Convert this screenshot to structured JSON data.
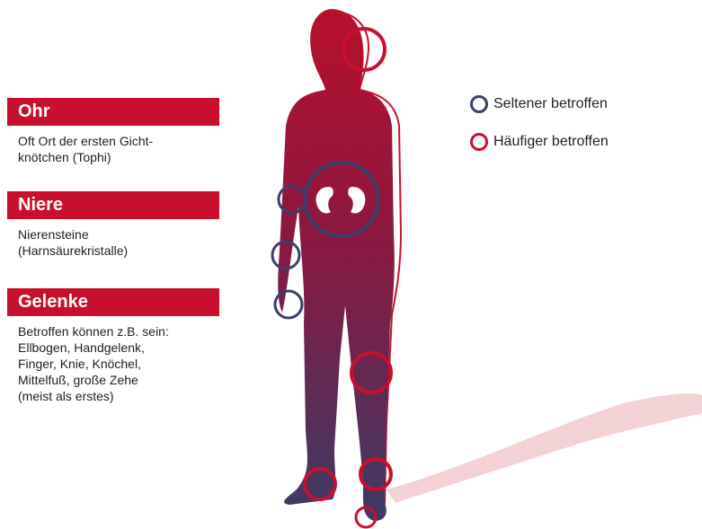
{
  "sections": [
    {
      "title": "Ohr",
      "text": "Oft Ort der ersten Gicht-\nknötchen (Tophi)"
    },
    {
      "title": "Niere",
      "text": "Nierensteine\n(Harnsäurekristalle)"
    },
    {
      "title": "Gelenke",
      "text": "Betroffen können z.B. sein:\nEllbogen, Handgelenk,\nFinger, Knie, Knöchel,\nMittelfuß, große Zehe\n(meist als erstes)"
    }
  ],
  "legend": [
    {
      "label": "Seltener betroffen",
      "color": "#3a3f6e"
    },
    {
      "label": "Häufiger betroffen",
      "color": "#c8102e"
    }
  ],
  "colors": {
    "accent": "#c8102e",
    "rare": "#3a3f6e",
    "frequent": "#c8102e",
    "body_top": "#b8102a",
    "body_bottom": "#3d3a66",
    "shadow": "#f2c9cc"
  }
}
